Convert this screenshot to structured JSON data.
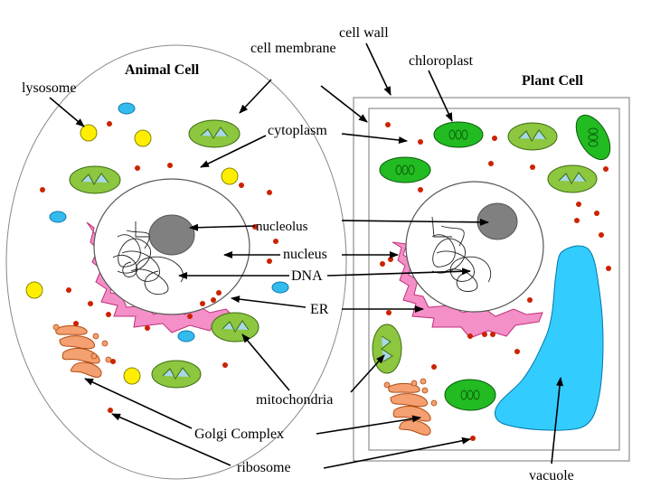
{
  "titles": {
    "animal": "Animal Cell",
    "plant": "Plant Cell"
  },
  "labels": {
    "cell_wall": "cell wall",
    "cell_membrane": "cell membrane",
    "chloroplast": "chloroplast",
    "lysosome": "lysosome",
    "cytoplasm": "cytoplasm",
    "nucleolus": "nucleolus",
    "nucleus": "nucleus",
    "dna": "DNA",
    "er": "ER",
    "mitochondria": "mitochondria",
    "golgi": "Golgi Complex",
    "ribosome": "ribosome",
    "vacuole": "vacuole"
  },
  "colors": {
    "mitochondria_outer": "#8dc63f",
    "mitochondria_inner": "#a8d8e8",
    "chloroplast": "#22bb22",
    "er": "#f48fc8",
    "golgi": "#f4a070",
    "vacuole": "#33ccff",
    "nucleolus": "#808080",
    "lysosome": "#ffee00",
    "vesicle": "#33bbee",
    "ribosome": "#cc2200"
  }
}
